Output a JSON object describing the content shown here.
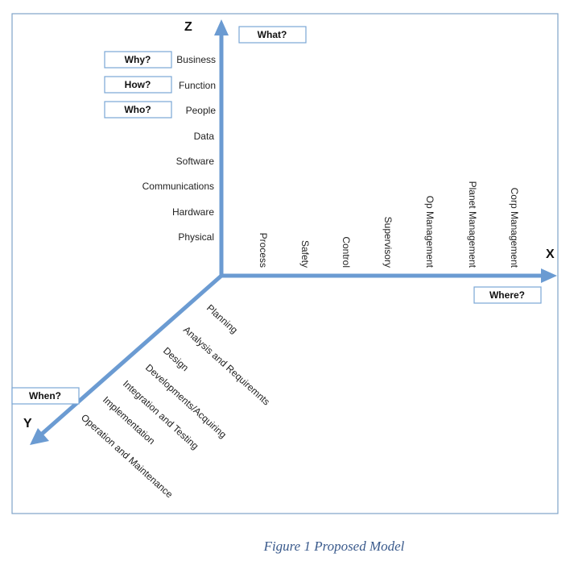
{
  "axes": {
    "z": {
      "letter": "Z",
      "question": "What?"
    },
    "x": {
      "letter": "X",
      "question": "Where?"
    },
    "y": {
      "letter": "Y",
      "question": "When?"
    }
  },
  "side_questions": [
    "Why?",
    "How?",
    "Who?"
  ],
  "z_labels": [
    "Business",
    "Function",
    "People",
    "Data",
    "Software",
    "Communications",
    "Hardware",
    "Physical"
  ],
  "x_labels": [
    "Process",
    "Safety",
    "Control",
    "Supervisory",
    "Op Management",
    "Planet Management",
    "Corp Management"
  ],
  "y_labels": [
    "Planning",
    "Analysis and Requiremnts",
    "Design",
    "Developments/Acquiring",
    "Integration and Testing",
    "Implementation",
    "Operation and Maintenance"
  ],
  "caption": "Figure 1 Proposed Model",
  "colors": {
    "axis": "#6b9bd2",
    "frame": "#7fa3c9",
    "box_border": "#7aa6d6",
    "caption": "#3a5a8c"
  }
}
